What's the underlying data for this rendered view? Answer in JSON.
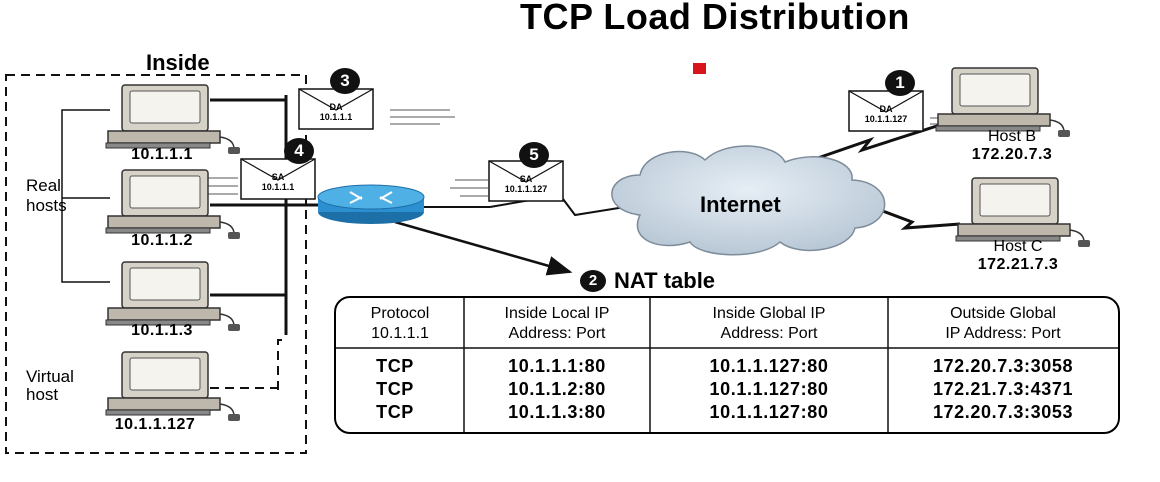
{
  "title": "TCP Load Distribution",
  "inside_label": "Inside",
  "real_hosts_label": "Real\nhosts",
  "virtual_host_label": "Virtual\nhost",
  "inside_hosts": [
    {
      "ip": "10.1.1.1"
    },
    {
      "ip": "10.1.1.2"
    },
    {
      "ip": "10.1.1.3"
    },
    {
      "ip": "10.1.1.127"
    }
  ],
  "outside_hosts": [
    {
      "name": "Host B",
      "ip": "172.20.7.3"
    },
    {
      "name": "Host C",
      "ip": "172.21.7.3"
    }
  ],
  "cloud_label": "Internet",
  "packets": [
    {
      "step": "1",
      "field": "DA",
      "addr": "10.1.1.127"
    },
    {
      "step": "3",
      "field": "DA",
      "addr": "10.1.1.1"
    },
    {
      "step": "4",
      "field": "SA",
      "addr": "10.1.1.1"
    },
    {
      "step": "5",
      "field": "SA",
      "addr": "10.1.1.127"
    }
  ],
  "nat": {
    "step": "2",
    "title": "NAT table",
    "headers": [
      [
        "Protocol",
        "10.1.1.1"
      ],
      [
        "Inside Local IP",
        "Address: Port"
      ],
      [
        "Inside Global IP",
        "Address: Port"
      ],
      [
        "Outside Global",
        "IP Address: Port"
      ]
    ],
    "rows": [
      [
        "TCP",
        "10.1.1.1:80",
        "10.1.1.127:80",
        "172.20.7.3:3058"
      ],
      [
        "TCP",
        "10.1.1.2:80",
        "10.1.1.127:80",
        "172.21.7.3:4371"
      ],
      [
        "TCP",
        "10.1.1.3:80",
        "10.1.1.127:80",
        "172.20.7.3:3053"
      ]
    ]
  },
  "colors": {
    "router": "#2b8fd0",
    "cloud": "#c9d6e2",
    "marker": "#d8141c",
    "line": "#111111"
  }
}
